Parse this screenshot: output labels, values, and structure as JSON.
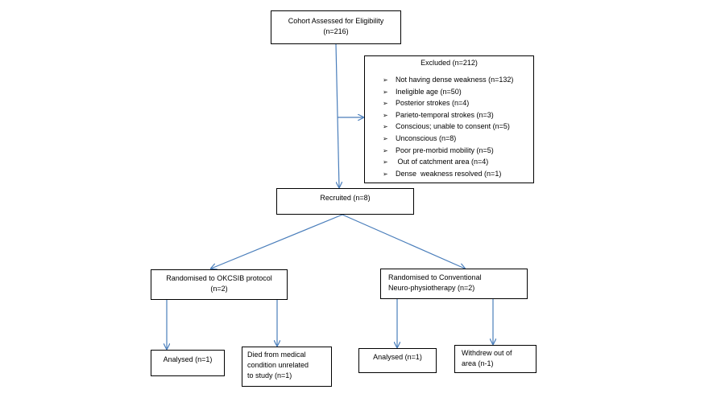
{
  "boxes": {
    "assessed": {
      "line1": "Cohort Assessed for Eligibility",
      "line2": "(n=216)"
    },
    "excluded": {
      "title": "Excluded (n=212)",
      "bullet_glyph": "➢",
      "items": [
        "Not having dense weakness (n=132)",
        "Ineligible  age  (n=50)",
        "Posterior strokes (n=4)",
        "Parieto-temporal strokes (n=3)",
        "Conscious; unable to consent (n=5)",
        "Unconscious (n=8)",
        "Poor pre-morbid mobility (n=5)",
        " Out of catchment area (n=4)",
        "Dense  weakness resolved (n=1)"
      ]
    },
    "recruited": {
      "label": "Recruited (n=8)"
    },
    "rand_okcsib": {
      "line1": "Randomised to OKCSIB protocol",
      "line2": "(n=2)"
    },
    "rand_conv": {
      "line1": "Randomised to  Conventional",
      "line2": "Neuro-physiotherapy (n=2)"
    },
    "analysed_left": {
      "label": "Analysed (n=1)"
    },
    "died": {
      "line1": "Died from medical",
      "line2": "condition unrelated",
      "line3": "to study (n=1)"
    },
    "analysed_right": {
      "label": "Analysed (n=1)"
    },
    "withdrew": {
      "line1": "Withdrew out of",
      "line2": "area (n-1)"
    }
  },
  "colors": {
    "arrow": "#4a7ebb",
    "border": "#000000"
  }
}
